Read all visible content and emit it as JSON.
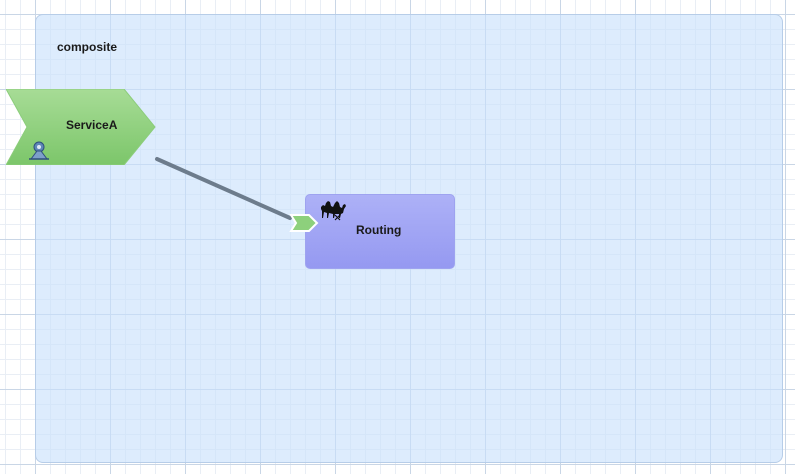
{
  "composite": {
    "label": "composite"
  },
  "service": {
    "name": "ServiceA",
    "icon": "service-binding-icon",
    "color": "#8dd07c"
  },
  "component": {
    "name": "Routing",
    "icon": "camel-icon",
    "color": "#a3a7f5"
  },
  "wire": {
    "color": "#6d7c8c"
  }
}
